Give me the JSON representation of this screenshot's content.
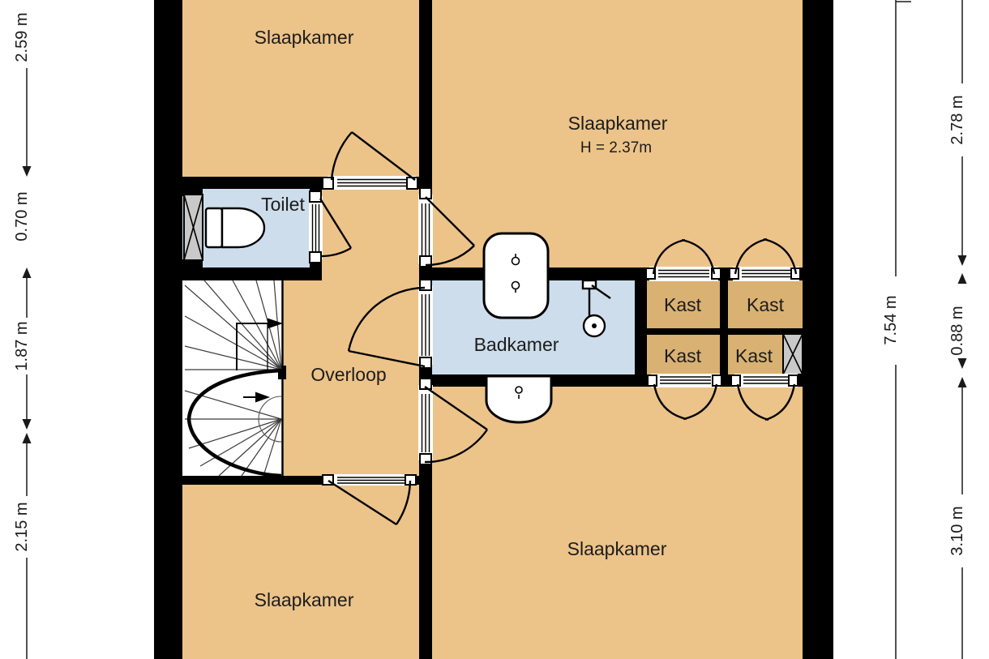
{
  "floorplan": {
    "rooms": {
      "bedroom_top_left": {
        "label": "Slaapkamer"
      },
      "bedroom_top_right": {
        "label": "Slaapkamer",
        "ceiling_height": "H = 2.37m"
      },
      "toilet": {
        "label": "Toilet"
      },
      "landing": {
        "label": "Overloop"
      },
      "bathroom": {
        "label": "Badkamer"
      },
      "closet_top_left": {
        "label": "Kast"
      },
      "closet_top_right": {
        "label": "Kast"
      },
      "closet_bottom_left": {
        "label": "Kast"
      },
      "closet_bottom_right": {
        "label": "Kast"
      },
      "bedroom_bottom_left": {
        "label": "Slaapkamer"
      },
      "bedroom_bottom_right": {
        "label": "Slaapkamer"
      }
    },
    "dimensions": {
      "left_chain": [
        {
          "value": "2.59 m"
        },
        {
          "value": "0.70 m"
        },
        {
          "value": "1.87 m"
        },
        {
          "value": "2.15 m"
        }
      ],
      "right_chain": [
        {
          "value": "2.78 m"
        },
        {
          "value": "0.88 m"
        },
        {
          "value": "3.10 m"
        }
      ],
      "right_total": {
        "value": "7.54 m"
      }
    },
    "colors": {
      "room_fill": "#ecc389",
      "closet_fill": "#d9b172",
      "wet_room_fill": "#cdddeb",
      "stairs_fill": "#ffffff",
      "wall": "#000000",
      "window_fill": "#c9c9c9",
      "fixture_fill": "#ffffff",
      "dimension_ink": "#1a1a1a",
      "background": "#ffffff"
    }
  }
}
